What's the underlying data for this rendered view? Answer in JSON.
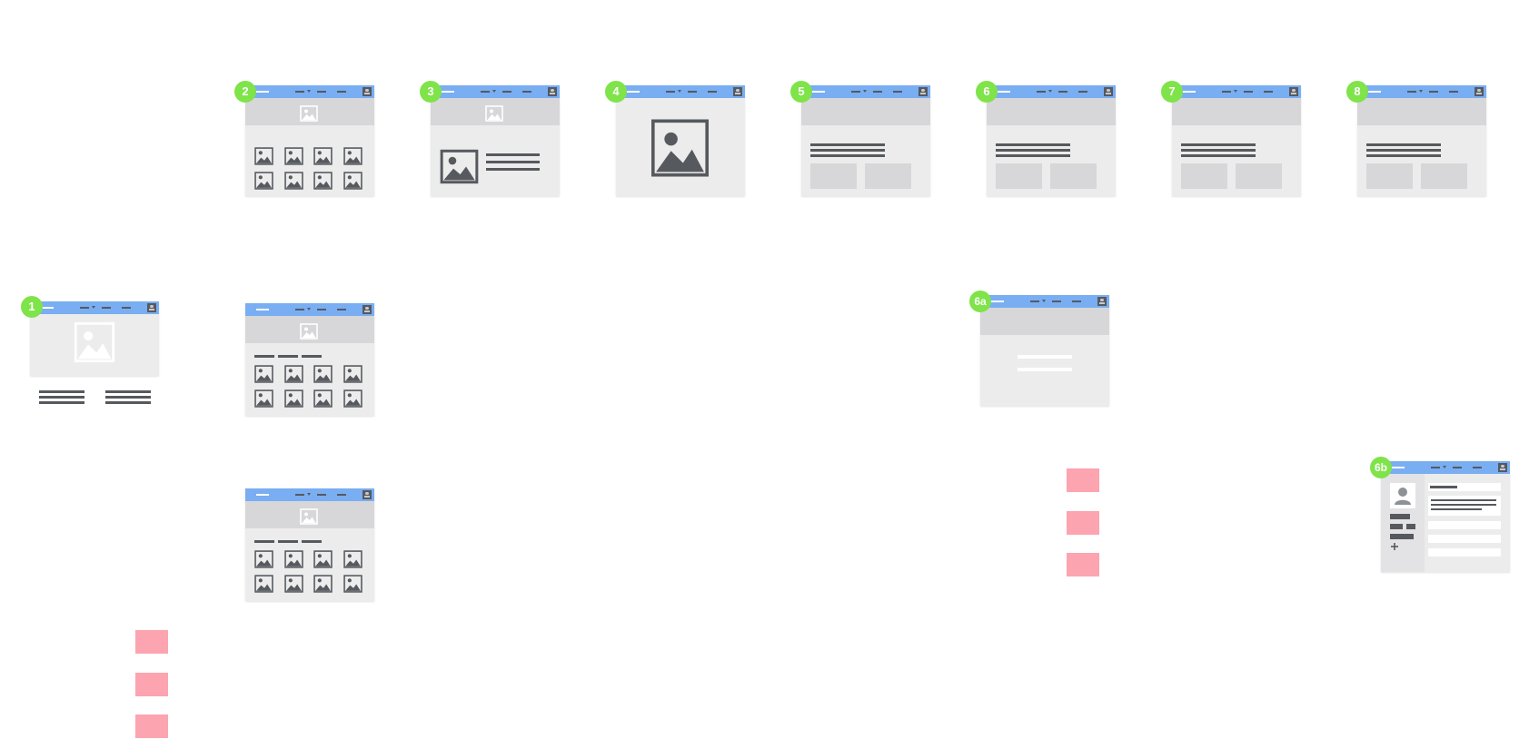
{
  "diagram": {
    "screens": [
      {
        "id": "screen-1",
        "badge": "1",
        "layout": "home-hero"
      },
      {
        "id": "screen-2",
        "badge": "2",
        "layout": "gallery-grid"
      },
      {
        "id": "screen-3",
        "badge": "3",
        "layout": "detail-image-text"
      },
      {
        "id": "screen-4",
        "badge": "4",
        "layout": "full-image"
      },
      {
        "id": "screen-5",
        "badge": "5",
        "layout": "text-two-boxes"
      },
      {
        "id": "screen-6",
        "badge": "6",
        "layout": "text-two-boxes"
      },
      {
        "id": "screen-7",
        "badge": "7",
        "layout": "text-two-boxes"
      },
      {
        "id": "screen-8",
        "badge": "8",
        "layout": "text-two-boxes"
      },
      {
        "id": "screen-2b",
        "badge": "",
        "layout": "gallery-filter-grid"
      },
      {
        "id": "screen-2c",
        "badge": "",
        "layout": "gallery-filter-grid"
      },
      {
        "id": "screen-6a",
        "badge": "6a",
        "layout": "message-lines"
      },
      {
        "id": "screen-6b",
        "badge": "6b",
        "layout": "profile-form"
      }
    ],
    "sticky_notes_count": 6,
    "colors": {
      "nav_bar": "#79aef2",
      "badge": "#7fe34a",
      "sticky": "#fca4b0",
      "frame": "#ececec",
      "placeholder": "#d7d7d9",
      "ink": "#56595e"
    },
    "icons": [
      "image-placeholder-icon",
      "user-avatar-icon",
      "plus-icon"
    ]
  }
}
